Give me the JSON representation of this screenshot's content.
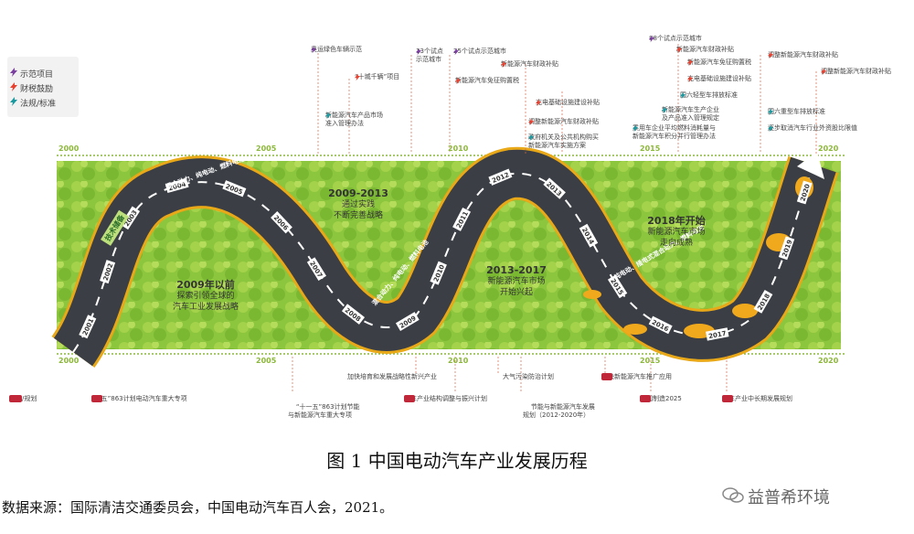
{
  "legend": {
    "items": [
      {
        "label": "示范项目",
        "color": "#7b3fa0"
      },
      {
        "label": "财税鼓励",
        "color": "#e8402e"
      },
      {
        "label": "法规/标准",
        "color": "#1a9aa0"
      }
    ],
    "bottom_label": "战略/规划"
  },
  "years_top": [
    "2000",
    "2005",
    "2010",
    "2015",
    "2020"
  ],
  "years_bottom": [
    "2000",
    "2005",
    "2010",
    "2015",
    "2020"
  ],
  "top_events": [
    {
      "text": "奥运绿色车辆示范",
      "color": "#7b3fa0"
    },
    {
      "text": "“十城千辆”项目",
      "color": "#e8402e"
    },
    {
      "text": "新能源汽车产品市场\n准入管理办法",
      "color": "#1a9aa0"
    },
    {
      "text": "13个试点\n示范城市",
      "color": "#7b3fa0"
    },
    {
      "text": "25个试点示范城市",
      "color": "#7b3fa0"
    },
    {
      "text": "新能源汽车财政补贴",
      "color": "#e8402e"
    },
    {
      "text": "新能源汽车免征购置税",
      "color": "#e8402e"
    },
    {
      "text": "充电基础设施建设补贴",
      "color": "#e8402e"
    },
    {
      "text": "调整新能源汽车财政补贴",
      "color": "#e8402e"
    },
    {
      "text": "政府机关及公共机构购买\n新能源汽车实施方案",
      "color": "#1a9aa0"
    },
    {
      "text": "88个试点示范城市",
      "color": "#7b3fa0"
    },
    {
      "text": "新能源汽车财政补贴",
      "color": "#e8402e"
    },
    {
      "text": "新能源汽车免征购置税",
      "color": "#e8402e"
    },
    {
      "text": "充电基础设施建设补贴",
      "color": "#e8402e"
    },
    {
      "text": "国六轻型车排放标准",
      "color": "#1a9aa0"
    },
    {
      "text": "新能源汽车生产企业\n及产品准入管理规定",
      "color": "#1a9aa0"
    },
    {
      "text": "乘用车企业平均燃料消耗量与\n新能源汽车积分并行管理办法",
      "color": "#1a9aa0"
    },
    {
      "text": "调整新能源汽车财政补贴",
      "color": "#e8402e"
    },
    {
      "text": "调整新能源汽车财政补贴",
      "color": "#e8402e"
    },
    {
      "text": "国六重型车排放标准",
      "color": "#1a9aa0"
    },
    {
      "text": "逐步取消汽车行业外资股比限值",
      "color": "#1a9aa0"
    }
  ],
  "road_text": {
    "tech_badge": "技术储备",
    "phase1": "混合动力、纯电动、燃料电池",
    "phase2": "混合动力、纯电动、燃料电池",
    "phase3": "纯电动、插电式混合动力、燃料电池",
    "year_marks": [
      "2001",
      "2002",
      "2003",
      "2004",
      "2005",
      "2006",
      "2007",
      "2008",
      "2009",
      "2010",
      "2011",
      "2012",
      "2013",
      "2014",
      "2015",
      "2016",
      "2017",
      "2018",
      "2019",
      "2020"
    ]
  },
  "stages": [
    {
      "title": "2009年以前",
      "line1": "探索引领全球的",
      "line2": "汽车工业发展战略"
    },
    {
      "title": "2009-2013",
      "line1": "通过实践",
      "line2": "不断完善战略"
    },
    {
      "title": "2013-2017",
      "line1": "新能源汽车市场",
      "line2": "开始兴起"
    },
    {
      "title": "2018年开始",
      "line1": "新能源汽车市场",
      "line2": "走向成熟"
    }
  ],
  "bottom_events": [
    {
      "text": "“十五”863计划电动汽车重大专项"
    },
    {
      "text": "“十一五”863计划节能\n与新能源汽车重大专项"
    },
    {
      "text": "加快培育和发展战略性新兴产业"
    },
    {
      "text": "汽车产业结构调整与振兴计划"
    },
    {
      "text": "大气污染防治计划"
    },
    {
      "text": "节能与新能源汽车发展\n规划（2012-2020年）"
    },
    {
      "text": "加快新能源汽车推广应用"
    },
    {
      "text": "中国制造2025"
    },
    {
      "text": "汽车产业中长期发展规划"
    }
  ],
  "caption": "图 1  中国电动汽车产业发展历程",
  "source": "数据来源：国际清洁交通委员会，中国电动汽车百人会，2021。",
  "brand": "益普希环境"
}
